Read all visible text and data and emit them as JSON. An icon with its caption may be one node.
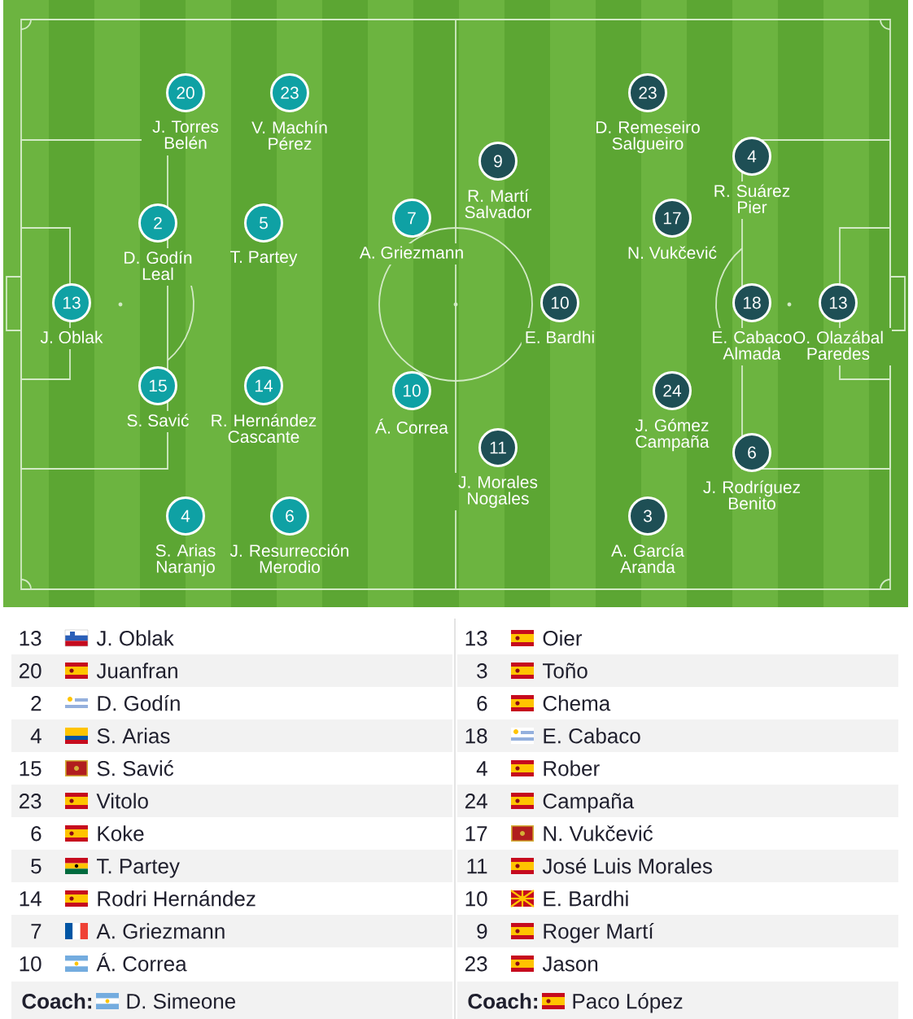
{
  "diagram": {
    "nodes": [
      {
        "text": [
          "13"
        ],
        "beside": [
          "J. Oblak"
        ]
      },
      {
        "text": [
          "20"
        ],
        "beside": [
          "J. Torres Belén"
        ]
      },
      {
        "text": [
          "23"
        ],
        "beside": [
          "V. Machín Pérez"
        ]
      },
      {
        "text": [
          "2"
        ],
        "beside": [
          "D. Godín Leal"
        ]
      },
      {
        "text": [
          "5"
        ],
        "beside": [
          "T. Partey"
        ]
      },
      {
        "text": [
          "15"
        ],
        "beside": [
          "S. Savić"
        ]
      },
      {
        "text": [
          "14"
        ],
        "beside": [
          "R. Hernández Cascante"
        ]
      },
      {
        "text": [
          "4"
        ],
        "beside": [
          "S. Arias Naranjo"
        ]
      },
      {
        "text": [
          "6"
        ],
        "beside": [
          "J. Resurrección Merodio"
        ]
      },
      {
        "text": [
          "7"
        ],
        "beside": [
          "A. Griezmann"
        ]
      },
      {
        "text": [
          "10"
        ],
        "beside": [
          "Á. Correa"
        ]
      },
      {
        "text": [
          "9"
        ],
        "beside": [
          "R. Martí Salvador"
        ]
      },
      {
        "text": [
          "11"
        ],
        "beside": [
          "J. Morales Nogales"
        ]
      },
      {
        "text": [
          "10"
        ],
        "beside": [
          "E. Bardhi"
        ]
      },
      {
        "text": [
          "23"
        ],
        "beside": [
          "D. Remeseiro Salgueiro"
        ]
      },
      {
        "text": [
          "3"
        ],
        "beside": [
          "A. García Aranda"
        ]
      },
      {
        "text": [
          "17"
        ],
        "beside": [
          "N. Vukčević"
        ]
      },
      {
        "text": [
          "24"
        ],
        "beside": [
          "J. Gómez Campaña"
        ]
      },
      {
        "text": [
          "4"
        ],
        "beside": [
          "R. Suárez Pier"
        ]
      },
      {
        "text": [
          "18"
        ],
        "beside": [
          "E. Cabaco Almada"
        ]
      },
      {
        "text": [
          "6"
        ],
        "beside": [
          "J. Rodríguez Benito"
        ]
      },
      {
        "text": [
          "13"
        ],
        "beside": [
          "O. Olazábal Paredes"
        ]
      }
    ],
    "labels": [
      "13",
      "J. Oblak",
      "13",
      "Oier",
      "20",
      "Juanfran",
      "3",
      "Toño",
      "2",
      "D. Godín",
      "6",
      "Chema",
      "4",
      "S. Arias",
      "18",
      "E. Cabaco",
      "15",
      "S. Savić",
      "4",
      "Rober",
      "23",
      "Vitolo",
      "24",
      "Campaña",
      "6",
      "Koke",
      "17",
      "N. Vukčević",
      "5",
      "T. Partey",
      "11",
      "José Luis Morales",
      "14",
      "Rodri Hernández",
      "10",
      "E. Bardhi",
      "7",
      "A. Griezmann",
      "9",
      "Roger Martí",
      "10",
      "Á. Correa",
      "23",
      "Jason",
      "Coach:",
      "D. Simeone",
      "Coach:",
      "Paco López"
    ]
  }
}
